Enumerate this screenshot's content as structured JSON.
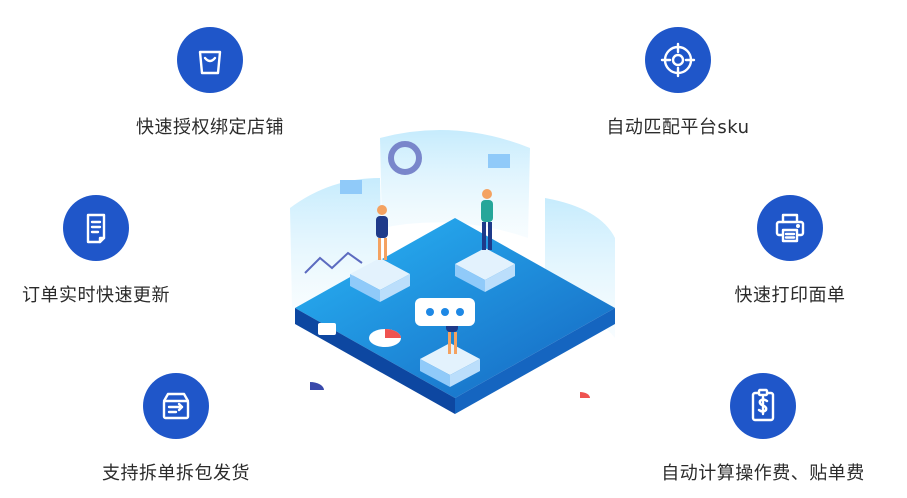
{
  "features": [
    {
      "id": "bind-store",
      "label": "快速授权绑定店铺",
      "icon": "shopping-bag-icon"
    },
    {
      "id": "match-sku",
      "label": "自动匹配平台sku",
      "icon": "target-icon"
    },
    {
      "id": "order-update",
      "label": "订单实时快速更新",
      "icon": "document-icon"
    },
    {
      "id": "print-sheet",
      "label": "快速打印面单",
      "icon": "printer-icon"
    },
    {
      "id": "split-order",
      "label": "支持拆单拆包发货",
      "icon": "box-arrow-icon"
    },
    {
      "id": "calc-fees",
      "label": "自动计算操作费、贴单费",
      "icon": "receipt-dollar-icon"
    }
  ],
  "colors": {
    "accent": "#1f56c9",
    "text": "#2b2b2b",
    "illustration": "#1e88e5"
  }
}
